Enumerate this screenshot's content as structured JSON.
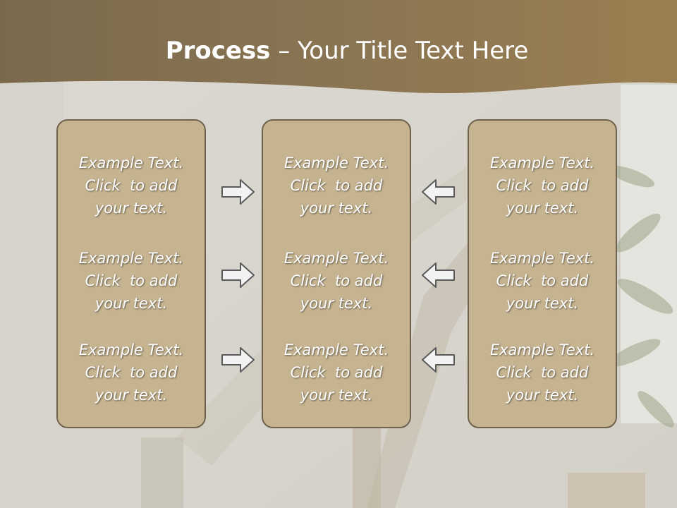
{
  "title": {
    "bold": "Process",
    "rest": " – Your Title Text Here"
  },
  "columns": [
    {
      "items": [
        {
          "line1": "Example Text.",
          "line2": "Click  to add",
          "line3": "your text."
        },
        {
          "line1": "Example Text.",
          "line2": "Click  to add",
          "line3": "your text."
        },
        {
          "line1": "Example Text.",
          "line2": "Click  to add",
          "line3": "your text."
        }
      ]
    },
    {
      "items": [
        {
          "line1": "Example Text.",
          "line2": "Click  to add",
          "line3": "your text."
        },
        {
          "line1": "Example Text.",
          "line2": "Click  to add",
          "line3": "your text."
        },
        {
          "line1": "Example Text.",
          "line2": "Click  to add",
          "line3": "your text."
        }
      ]
    },
    {
      "items": [
        {
          "line1": "Example Text.",
          "line2": "Click  to add",
          "line3": "your text."
        },
        {
          "line1": "Example Text.",
          "line2": "Click  to add",
          "line3": "your text."
        },
        {
          "line1": "Example Text.",
          "line2": "Click  to add",
          "line3": "your text."
        }
      ]
    }
  ],
  "icons": {
    "right": "arrow-right-icon",
    "left": "arrow-left-icon"
  },
  "colors": {
    "header": "#8c7653",
    "panel": "#c6b491",
    "panel_border": "#6f6350",
    "arrow_fill": "#f2f2f2",
    "arrow_stroke": "#5a5a5a"
  }
}
